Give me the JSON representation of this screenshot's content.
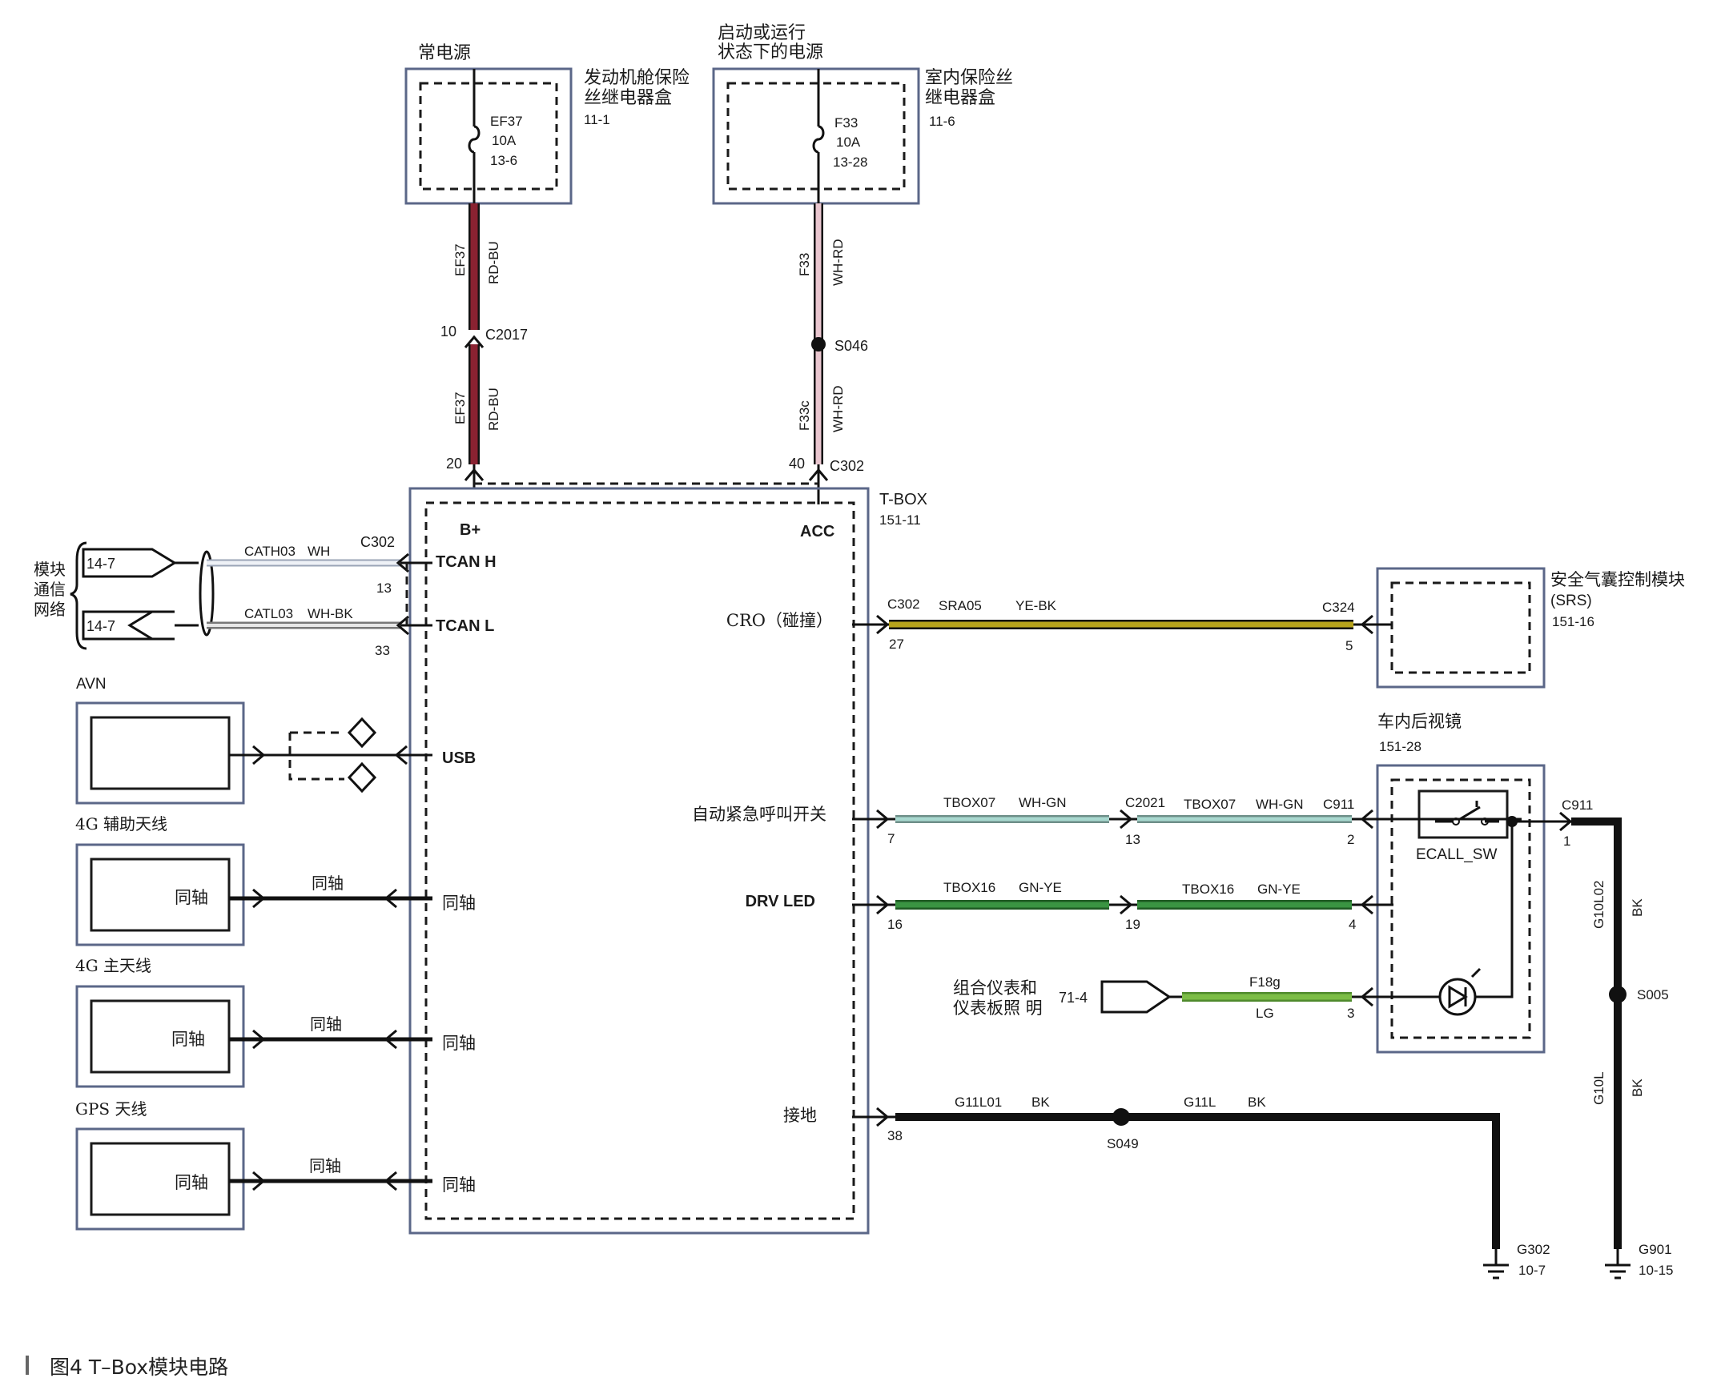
{
  "caption": "图4  T–Box模块电路",
  "colors": {
    "red_bu": "#8a2231",
    "wh_rd": "#e9c6cf",
    "ye_bk": "#b7a31c",
    "wh_gn": "#a8d8cf",
    "gn_ye": "#3a9442",
    "lg": "#7cbd46",
    "bk": "#111111",
    "wh": "#d7dde8",
    "box_stroke": "#5b6788"
  },
  "fuse_box_1": {
    "supply_label": "常电源",
    "name_line1": "发动机舱保险",
    "name_line2": "丝继电器盒",
    "ref": "11-1",
    "fuse_name": "EF37",
    "fuse_rating": "10A",
    "fuse_ref": "13-6"
  },
  "fuse_box_2": {
    "supply_line1": "启动或运行",
    "supply_line2": "状态下的电源",
    "name_line1": "室内保险丝",
    "name_line2": "继电器盒",
    "ref": "11-6",
    "fuse_name": "F33",
    "fuse_rating": "10A",
    "fuse_ref": "13-28"
  },
  "wires": {
    "ef37_upper_circuit": "EF37",
    "ef37_upper_color": "RD-BU",
    "c2017_pin": "10",
    "c2017": "C2017",
    "ef37_lower_circuit": "EF37",
    "ef37_lower_color": "RD-BU",
    "bplus_pin": "20",
    "f33_circuit": "F33",
    "f33_color": "WH-RD",
    "s046": "S046",
    "f33c_circuit": "F33c",
    "f33c_color": "WH-RD",
    "acc_pin": "40",
    "c302_top": "C302"
  },
  "tbox": {
    "name": "T-BOX",
    "ref": "151-11",
    "pins": {
      "bplus": "B+",
      "acc": "ACC",
      "tcan_h": "TCAN H",
      "tcan_l": "TCAN L",
      "usb": "USB",
      "coax1": "同轴",
      "coax2": "同轴",
      "coax3": "同轴",
      "cro": "CRO（碰撞）",
      "ecall": "自动紧急呼叫开关",
      "drv_led": "DRV LED",
      "ground": "接地"
    }
  },
  "can": {
    "group_line1": "模块",
    "group_line2": "通信",
    "group_line3": "网络",
    "h_ref": "14-7",
    "l_ref": "14-7",
    "h_circuit": "CATH03",
    "h_color": "WH",
    "l_circuit": "CATL03",
    "l_color": "WH-BK",
    "connector": "C302",
    "h_pin": "13",
    "l_pin": "33"
  },
  "left_modules": {
    "avn": "AVN",
    "aux_antenna": "4G 辅助天线",
    "aux_inner": "同轴",
    "aux_wire": "同轴",
    "main_antenna": "4G 主天线",
    "main_inner": "同轴",
    "main_wire": "同轴",
    "gps_antenna": "GPS 天线",
    "gps_inner": "同轴",
    "gps_wire": "同轴"
  },
  "srs": {
    "line1": "安全气囊控制模块",
    "line2": "(SRS)",
    "ref": "151-16",
    "left_connector": "C302",
    "left_pin": "27",
    "circuit": "SRA05",
    "color": "YE-BK",
    "right_connector": "C324",
    "right_pin": "5"
  },
  "mirror": {
    "name": "车内后视镜",
    "ref": "151-28",
    "switch": "ECALL_SW",
    "c911_left": "C911",
    "c911_right": "C911",
    "c911_pin": "1",
    "ecall_pin_tbox": "7",
    "ecall_circuit_a": "TBOX07",
    "ecall_color_a": "WH-GN",
    "c2021": "C2021",
    "c2021_pin": "13",
    "ecall_circuit_b": "TBOX07",
    "ecall_color_b": "WH-GN",
    "ecall_pin_mirror": "2",
    "led_pin_tbox": "16",
    "led_circuit_a": "TBOX16",
    "led_color_a": "GN-YE",
    "led_mid_pin": "19",
    "led_circuit_b": "TBOX16",
    "led_color_b": "GN-YE",
    "led_pin_mirror": "4",
    "illum_line1": "组合仪表和",
    "illum_line2": "仪表板照 明",
    "illum_ref": "71-4",
    "illum_circuit": "F18g",
    "illum_color": "LG",
    "illum_pin": "3"
  },
  "ground": {
    "tbox_pin": "38",
    "circuit_a": "G11L01",
    "color_a": "BK",
    "splice": "S049",
    "circuit_b": "G11L",
    "color_b": "BK",
    "g302": "G302",
    "g302_ref": "10-7",
    "g10l02": "G10L02",
    "g10l02_color": "BK",
    "s005": "S005",
    "g10l": "G10L",
    "g10l_color": "BK",
    "g901": "G901",
    "g901_ref": "10-15"
  }
}
